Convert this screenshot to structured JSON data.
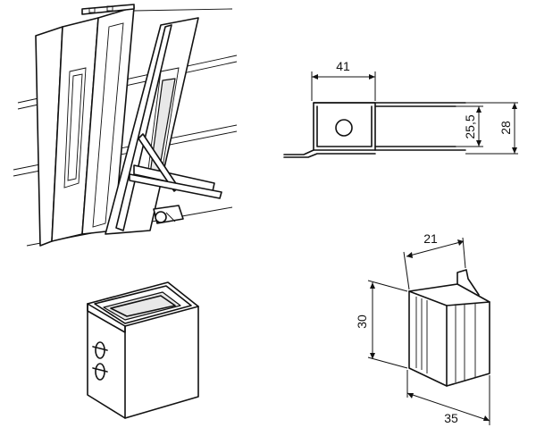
{
  "dimensions": {
    "side_profile_width": "41",
    "side_profile_inner_height": "25,5",
    "side_profile_outer_height": "28",
    "clip_depth": "21",
    "clip_height": "30",
    "clip_width": "35"
  }
}
